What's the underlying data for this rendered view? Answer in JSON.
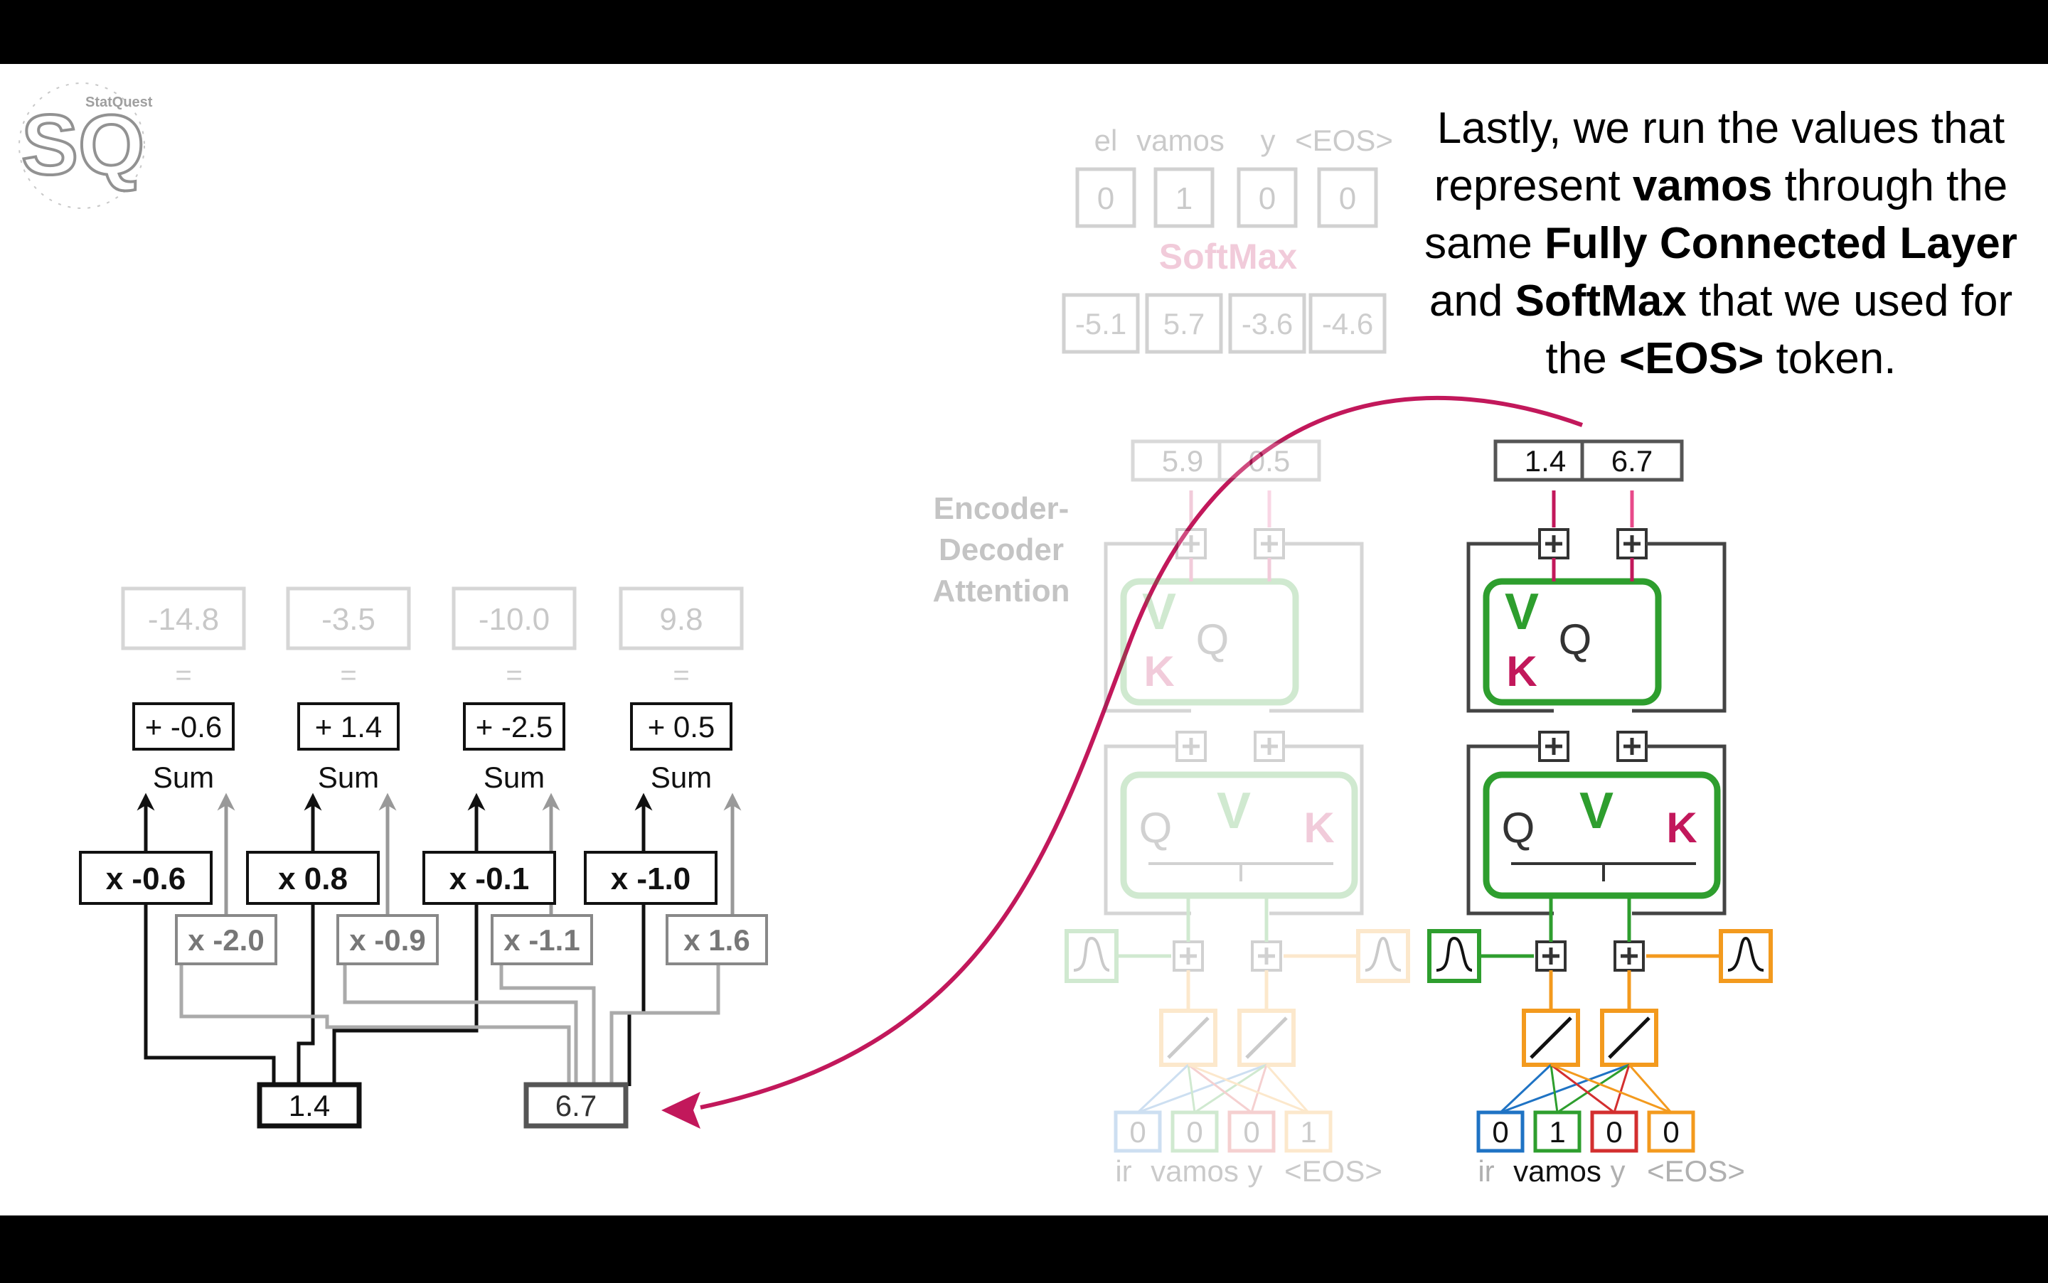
{
  "caption": {
    "t1": "Lastly, we run the values that represent ",
    "b1": "vamos",
    "t2": " through the same ",
    "b2": "Fully Connected Layer",
    "t3": " and ",
    "b3": "SoftMax",
    "t4": " that we used for the ",
    "b4": "<EOS>",
    "t5": " token."
  },
  "logo": {
    "letters": "SQ",
    "banner": "StatQuest"
  },
  "fc_layer": {
    "inputs": [
      "1.4",
      "6.7"
    ],
    "outputs_faded": [
      "-14.8",
      "-3.5",
      "-10.0",
      "9.8"
    ],
    "equals": "=",
    "biases": [
      "+ -0.6",
      "+ 1.4",
      "+ -2.5",
      "+ 0.5"
    ],
    "sum_label": "Sum",
    "weights_top": [
      "x -0.6",
      "x 0.8",
      "x -0.1",
      "x -1.0"
    ],
    "weights_bottom": [
      "x -2.0",
      "x -0.9",
      "x -1.1",
      "x 1.6"
    ]
  },
  "faded_decoder": {
    "output_tokens": [
      "el",
      "vamos",
      "y",
      "<EOS>"
    ],
    "onehot_out": [
      "0",
      "1",
      "0",
      "0"
    ],
    "softmax_label": "SoftMax",
    "fc_out": [
      "-5.1",
      "5.7",
      "-3.6",
      "-4.6"
    ],
    "residual_vals": [
      "5.9",
      "0.5"
    ],
    "attention_label": [
      "Encoder-",
      "Decoder",
      "Attention"
    ],
    "onehot_in": [
      "0",
      "0",
      "0",
      "1"
    ],
    "input_tokens": [
      "ir",
      "vamos",
      "y",
      "<EOS>"
    ]
  },
  "active_decoder": {
    "residual_vals": [
      "1.4",
      "6.7"
    ],
    "onehot_in": [
      "0",
      "1",
      "0",
      "0"
    ],
    "input_tokens": [
      "ir",
      "vamos",
      "y",
      "<EOS>"
    ],
    "qkv_top": [
      "V",
      "K",
      "Q"
    ],
    "qkv_bottom": [
      "Q",
      "V",
      "K"
    ]
  },
  "colors": {
    "magenta": "#c2185b",
    "pink": "#e84a8a",
    "green": "#2e9e2e",
    "orange": "#f39a1e",
    "blue": "#1f73c4",
    "red": "#d32f2f",
    "faded": "#c8c8c8"
  }
}
